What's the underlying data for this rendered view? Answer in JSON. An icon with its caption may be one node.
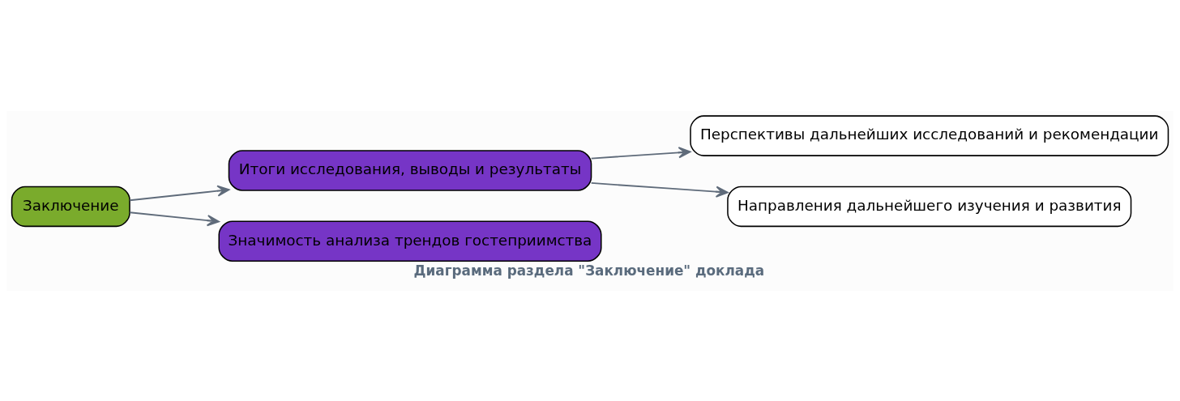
{
  "diagram": {
    "caption": "Диаграмма раздела \"Заключение\" доклада",
    "nodes": [
      {
        "text": [
          "Заключение"
        ]
      },
      {
        "text": [
          "Итоги исследования, выводы и результаты"
        ]
      },
      {
        "text": [
          "Значимость анализа трендов гостеприимства"
        ]
      },
      {
        "text": [
          "Перспективы дальнейших исследований и рекомендации"
        ]
      },
      {
        "text": [
          "Направления дальнейшего изучения и развития"
        ]
      }
    ],
    "edges": [
      {
        "from": 0,
        "to": 1,
        "arrow": "to"
      },
      {
        "from": 0,
        "to": 2,
        "arrow": "to"
      },
      {
        "from": 1,
        "to": 3,
        "arrow": "to"
      },
      {
        "from": 1,
        "to": 4,
        "arrow": "to"
      }
    ]
  }
}
